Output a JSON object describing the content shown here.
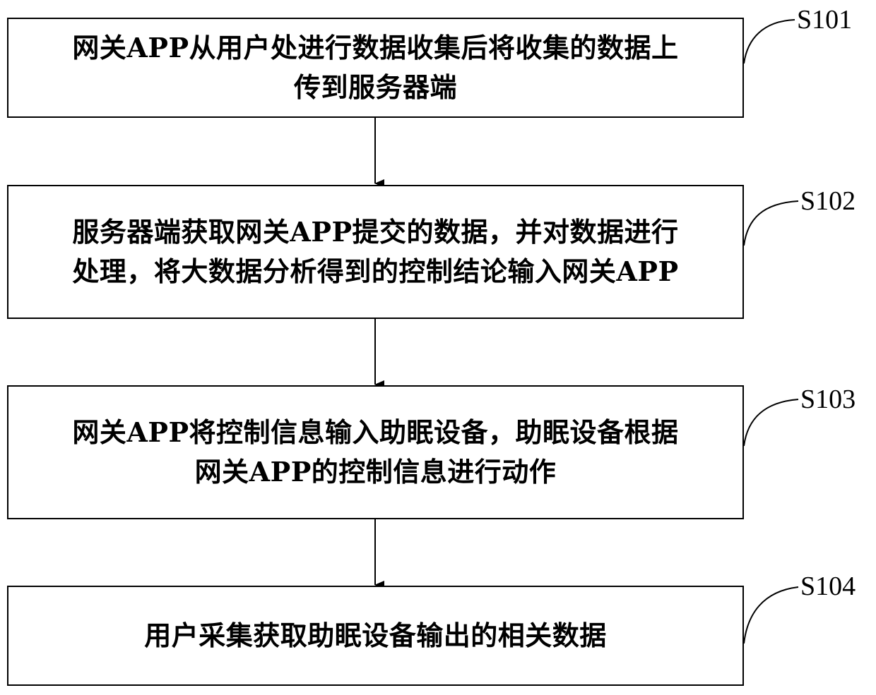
{
  "steps": [
    {
      "id": "S101",
      "lines": [
        "网关APP从用户处进行数据收集后将收集的数据上",
        "传到服务器端"
      ]
    },
    {
      "id": "S102",
      "lines": [
        "服务器端获取网关APP提交的数据，并对数据进行",
        "处理，将大数据分析得到的控制结论输入网关APP"
      ]
    },
    {
      "id": "S103",
      "lines": [
        "网关APP将控制信息输入助眠设备，助眠设备根据",
        "网关APP的控制信息进行动作"
      ]
    },
    {
      "id": "S104",
      "lines": [
        "用户采集获取助眠设备输出的相关数据"
      ]
    }
  ],
  "colors": {
    "stroke": "#000000",
    "background": "#ffffff"
  }
}
